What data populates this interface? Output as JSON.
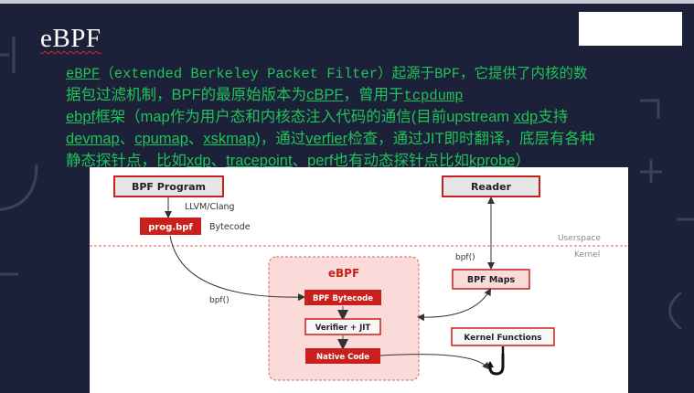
{
  "slide": {
    "title": "eBPF",
    "line1_pre": "eBPF",
    "line1_post": "（extended Berkeley Packet Filter）起源于BPF，它提供了内核的数",
    "line2_pre": "据包过滤机制，BPF的最原始版本为",
    "line2_cbpf": "cBPF",
    "line2_mid": "，曾用于",
    "line2_tcpdump": "tcpdump",
    "line3_ebpf": "ebpf",
    "line3_mid": "框架（map作为用户态和内核态注入代码的通信(目前upstream ",
    "line3_xdp": "xdp",
    "line3_post": "支持",
    "line4_devmap": "devmap",
    "line4_sep1": "、",
    "line4_cpumap": "cpumap",
    "line4_sep2": "、",
    "line4_xskmap": "xskmap",
    "line4_mid": ")，通过",
    "line4_verfier": "verfier",
    "line4_post": "检查，通过JIT即时翻译，底层有各种",
    "line5_pre": "静态探针点，比如",
    "line5_xdp": "xdp",
    "line5_sep": "、",
    "line5_tracepoint": "tracepoint",
    "line5_mid": "、perf也有动态探针点比如",
    "line5_kprobe": "kprobe",
    "line5_post": "）"
  },
  "diagram": {
    "bpf_program": "BPF Program",
    "llvm": "LLVM/Clang",
    "prog_bpf": "prog.bpf",
    "bytecode": "Bytecode",
    "reader": "Reader",
    "userspace": "Userspace",
    "kernel": "Kernel",
    "bpf_call_right": "bpf()",
    "bpf_call_left": "bpf()",
    "ebpf": "eBPF",
    "bpf_maps": "BPF Maps",
    "bpf_bytecode": "BPF Bytecode",
    "verifier_jit": "Verifier + JIT",
    "native_code": "Native Code",
    "kernel_functions": "Kernel Functions"
  },
  "colors": {
    "background": "#1c2038",
    "text_green": "#1fc35a",
    "red_box": "#c9201b",
    "pink_region": "#fbdada"
  }
}
